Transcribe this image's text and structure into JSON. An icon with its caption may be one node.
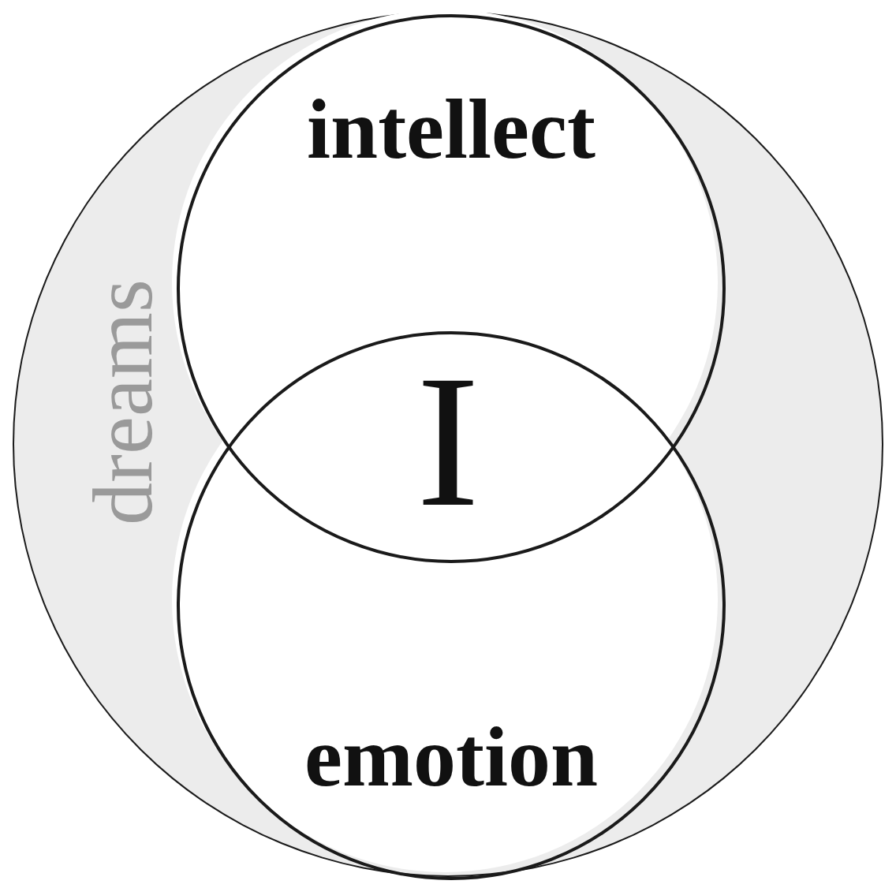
{
  "diagram": {
    "nodes": [
      {
        "text": [
          "dreams"
        ]
      },
      {
        "text": [
          "intellect"
        ],
        "in": 0
      },
      {
        "text": [
          "emotion"
        ],
        "in": 0
      }
    ],
    "labels": [
      "I"
    ]
  }
}
